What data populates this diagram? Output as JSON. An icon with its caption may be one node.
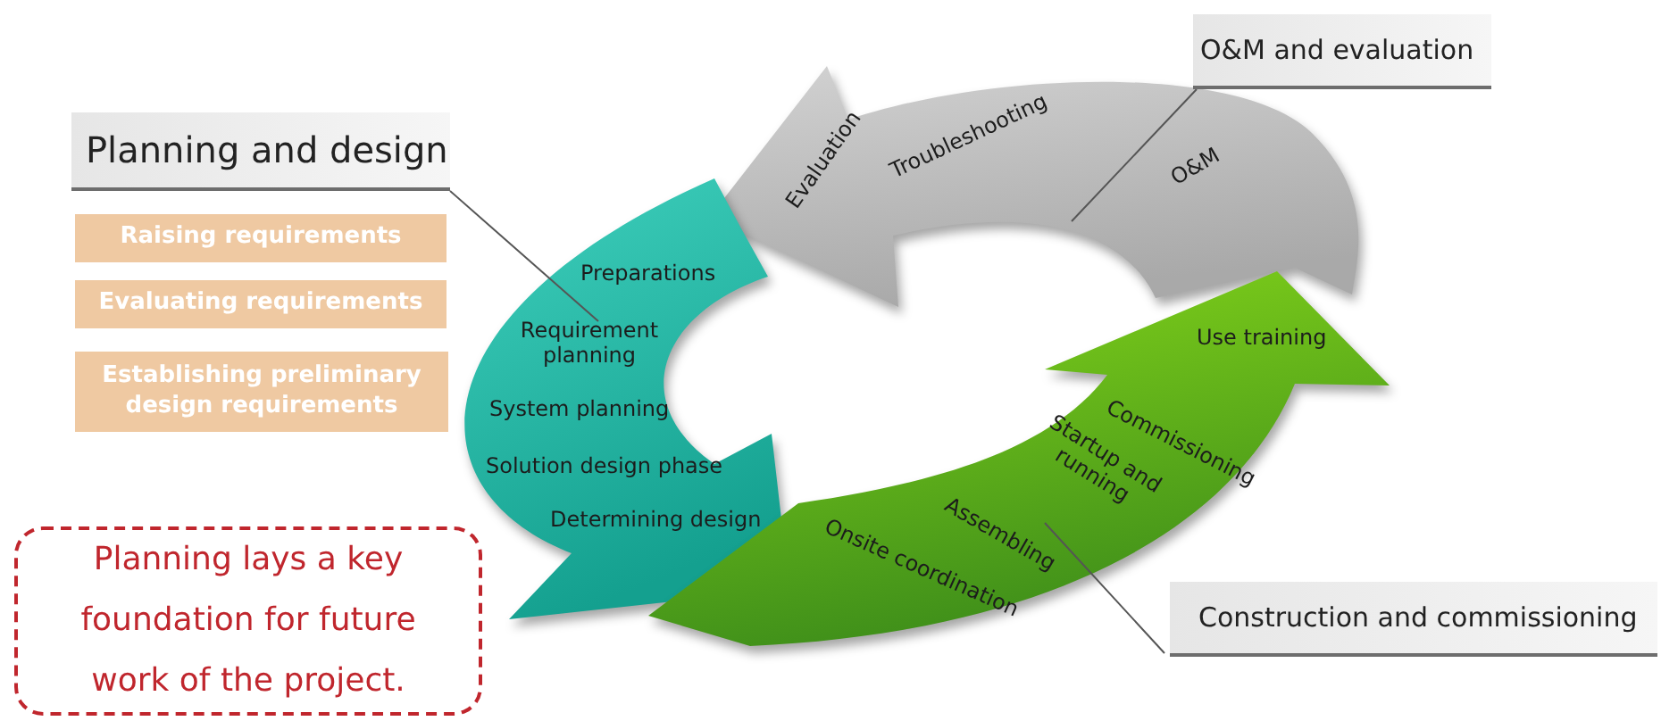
{
  "diagram": {
    "nodes": [
      {
        "text": [
          "Planning and design"
        ]
      },
      {
        "text": [
          "Raising requirements"
        ]
      },
      {
        "text": [
          "Evaluating requirements"
        ]
      },
      {
        "text": [
          "Establishing preliminary design requirements"
        ]
      },
      {
        "text": [
          "Planning lays a key foundation for future work of the project."
        ]
      },
      {
        "text": [
          "Preparations",
          "Requirement planning",
          "System planning",
          "Solution design phase",
          "Determining design"
        ]
      },
      {
        "text": [
          "Evaluation",
          "Troubleshooting",
          "O&M"
        ]
      },
      {
        "text": [
          "O&M and evaluation"
        ]
      },
      {
        "text": [
          "Use training",
          "Commissioning",
          "Startup and running",
          "Assembling",
          "Onsite coordination"
        ]
      },
      {
        "text": [
          "Construction and commissioning"
        ]
      }
    ],
    "edges": [
      {
        "from": 0,
        "to": 5,
        "arrow": "none"
      },
      {
        "from": 7,
        "to": 6,
        "arrow": "none"
      },
      {
        "from": 9,
        "to": 8,
        "arrow": "none"
      }
    ]
  }
}
